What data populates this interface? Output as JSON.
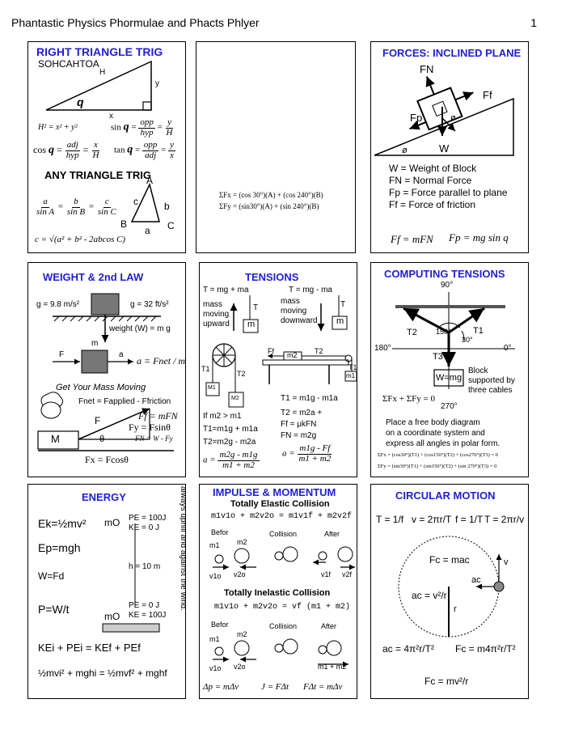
{
  "header": {
    "title": "Phantastic Physics Phormulae and Phacts Phlyer",
    "page": "1"
  },
  "p1": {
    "title": "RIGHT TRIANGLE TRIG",
    "mnemonic": "SOHCAHTOA",
    "H": "H",
    "y": "y",
    "q": "q",
    "x": "x",
    "pyth": "H² = x² + y²",
    "sin_lbl": "sin",
    "q2": "q",
    "opp": "opp",
    "hyp": "hyp",
    "y2": "y",
    "H2": "H",
    "cos_lbl": "cos",
    "adj": "adj",
    "x2": "x",
    "tan_lbl": "tan",
    "any": "ANY TRIANGLE TRIG",
    "A": "A",
    "B": "B",
    "C": "C",
    "a": "a",
    "b": "b",
    "c": "c",
    "law_a": "a",
    "law_sinA": "sin A",
    "law_b": "b",
    "law_sinB": "sin B",
    "law_c": "c",
    "law_sinC": "sin C",
    "cosine_law": "c = √(a² + b² - 2abcos C)"
  },
  "p2": {
    "line1": "ΣFx = (cos 30°)(A) + (cos 240°)(B)",
    "line2": "ΣFy = (sin30°)(A) + (sin 240°)(B)"
  },
  "p3": {
    "title": "FORCES: INCLINED PLANE",
    "FN": "FN",
    "Ff": "Ff",
    "Fp": "Fp",
    "W": "W",
    "theta1": "ø",
    "theta2": "ø",
    "legend": [
      "W = Weight of Block",
      "FN = Normal Force",
      "Fp = Force parallel to plane",
      "Ff = Force of friction"
    ],
    "eq1": "Ff = mFN",
    "eq2": "Fp = mg sin q"
  },
  "p4": {
    "title": "WEIGHT  &  2nd LAW",
    "g_si": "g = 9.8 m/s²",
    "g_us": "g = 32 ft/s²",
    "weight": "weight (W) = m g",
    "F": "F",
    "m": "m",
    "a": "a",
    "eq": "a = Fnet / m",
    "mass_moving": "Get Your Mass Moving",
    "fnet": "Fnet = Fapplied - Ffriction",
    "F2": "F",
    "M": "M",
    "theta": "θ",
    "ff": "Ff = mFN",
    "fy": "Fy = Fsinθ",
    "fn": "FN = W - Fy",
    "fx": "Fx = Fcosθ"
  },
  "p5": {
    "title": "TENSIONS",
    "eq_up": "T = mg + ma",
    "eq_down": "T = mg - ma",
    "up_lbl": [
      "mass",
      "moving",
      "upward"
    ],
    "down_lbl": [
      "mass",
      "moving",
      "downward"
    ],
    "T": "T",
    "m": "m",
    "T1": "T1",
    "T2": "T2",
    "M1": "M1",
    "M2": "M2",
    "if": "If m2 > m1",
    "t1": "T1=m1g + m1a",
    "t2": "T2=m2g - m2a",
    "a_num": "m2g - m1g",
    "a_den": "m1 + m2",
    "Ff": "Ff",
    "m2": "m2",
    "m1": "m1",
    "r1": "T1 = m1g - m1a",
    "r2": "T2 = m2a +",
    "r3": "Ff = μkFN",
    "r4": "FN = m2g",
    "a2_num": "m1g - Ff",
    "a2_den": "m1 + m2"
  },
  "p6": {
    "title": "COMPUTING TENSIONS",
    "deg90": "90°",
    "deg180": "180°",
    "deg0": "0°",
    "deg270": "270°",
    "T1": "T1",
    "T2": "T2",
    "T3": "T3",
    "a150": "150°",
    "a30": "30°",
    "block": "W=mg",
    "note": [
      "Block",
      "supported by",
      "three cables"
    ],
    "sum": "ΣFx + ΣFy = 0",
    "instr": [
      "Place a free body diagram",
      "on a coordinate system and",
      "express all angles in polar form."
    ],
    "fx": "ΣFx = (cos30°)(T1) + (cos150°)(T2) + (cos270°)(T3) = 0",
    "fy": "ΣFy = (sin30°)(T1) + (sin150°)(T2) + (sin 270°)(T3) = 0"
  },
  "p7": {
    "title": "ENERGY",
    "ek": "Ek=½mv²",
    "ep": "Ep=mgh",
    "w": "W=Fd",
    "p": "P=W/t",
    "mo": "mO",
    "pe_top": "PE = 100J",
    "ke_top": "KE = 0 J",
    "h": "h = 10 m",
    "pe_bot": "PE = 0 J",
    "ke_bot": "KE = 100J",
    "mo2": "mO",
    "cons1": "KEi + PEi = KEf + PEf",
    "cons2": "½mvi² + mghi = ½mvf² + mghf",
    "side": "First Law of Bicycling: No matter which way you ride, it's always uphill and against the wind."
  },
  "p8": {
    "title": "IMPULSE & MOMENTUM",
    "elastic": "Totally Elastic Collision",
    "eq1": "m1v1o + m2v2o = m1v1f + m2v2f",
    "before": "Befor",
    "collision": "Collision",
    "after": "After",
    "m1": "m1",
    "m2": "m2",
    "v1o": "v1o",
    "v2o": "v2o",
    "v1f": "v1f",
    "v2f": "v2f",
    "inelastic": "Totally Inelastic Collision",
    "eq2": "m1v1o + m2v2o = vf (m1 + m2)",
    "before2": "Befor",
    "collision2": "Collision",
    "after2": "After",
    "m1b": "m1",
    "m2b": "m2",
    "v1ob": "v1o",
    "v2ob": "v2o",
    "m12": "m1 + m2",
    "imp1": "Δp = mΔv",
    "imp2": "J = FΔt",
    "imp3": "FΔt = mΔv"
  },
  "p9": {
    "title": "CIRCULAR  MOTION",
    "T": "T = 1/f",
    "v": "v = 2πr/T",
    "f": "f = 1/T",
    "T2": "T = 2πr/v",
    "fc": "Fc = mac",
    "ac": "ac = v²/r",
    "vlbl": "v",
    "aclbl": "ac",
    "r": "r",
    "ac2": "ac = 4π²r/T²",
    "fc2": "Fc = m4π²r/T²",
    "fc3": "Fc = mv²/r"
  }
}
